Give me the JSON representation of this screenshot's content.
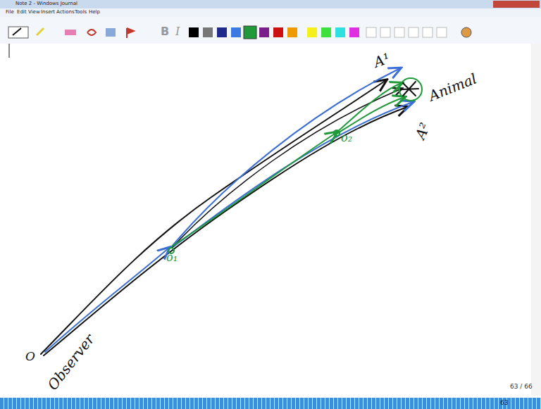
{
  "diagram": {
    "labels": [
      "Note 2 - Windows Journal",
      "File",
      "Edit",
      "View",
      "Insert",
      "Actions",
      "Tools",
      "Help",
      "B",
      "I",
      "A¹",
      "Animal",
      "A²",
      "O",
      "Observer",
      "o₁",
      "o₂",
      "63 / 66",
      "63"
    ]
  }
}
